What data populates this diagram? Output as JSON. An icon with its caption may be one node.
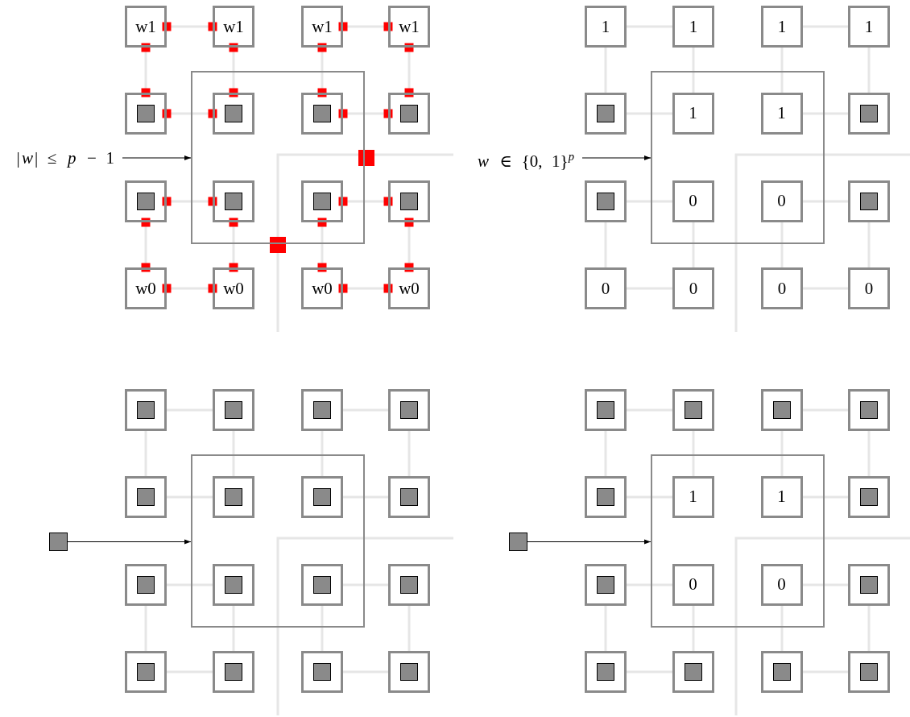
{
  "diagram": {
    "nodes": [
      {
        "text": [
          "|*w*| ≤ *p* − 1"
        ]
      },
      {
        "text": [],
        "shape": "box"
      },
      {
        "text": [
          "w1"
        ]
      },
      {
        "text": [
          "w1"
        ]
      },
      {
        "text": [
          "w1"
        ]
      },
      {
        "text": [
          "w1"
        ]
      },
      {
        "text": [],
        "shape": "box"
      },
      {
        "text": [],
        "shape": "box",
        "in": 6
      },
      {
        "text": [],
        "shape": "box",
        "in": 1
      },
      {
        "text": [],
        "shape": "box",
        "in": 8
      },
      {
        "text": [],
        "shape": "box",
        "in": 1
      },
      {
        "text": [],
        "shape": "box",
        "in": 10
      },
      {
        "text": [],
        "shape": "box"
      },
      {
        "text": [],
        "shape": "box",
        "in": 12
      },
      {
        "text": [],
        "shape": "box"
      },
      {
        "text": [],
        "shape": "box",
        "in": 14
      },
      {
        "text": [],
        "shape": "box",
        "in": 1
      },
      {
        "text": [],
        "shape": "box",
        "in": 16
      },
      {
        "text": [],
        "shape": "box",
        "in": 1
      },
      {
        "text": [],
        "shape": "box",
        "in": 18
      },
      {
        "text": [],
        "shape": "box"
      },
      {
        "text": [],
        "shape": "box",
        "in": 20
      },
      {
        "text": [
          "w0"
        ]
      },
      {
        "text": [
          "w0"
        ]
      },
      {
        "text": [
          "w0"
        ]
      },
      {
        "text": [
          "w0"
        ]
      },
      {
        "text": [
          "*w* ∈ {0, 1}$^{p}$"
        ]
      },
      {
        "text": [],
        "shape": "box"
      },
      {
        "text": [
          "1"
        ]
      },
      {
        "text": [
          "1"
        ]
      },
      {
        "text": [
          "1"
        ]
      },
      {
        "text": [
          "1"
        ]
      },
      {
        "text": [],
        "shape": "box"
      },
      {
        "text": [],
        "shape": "box",
        "in": 32
      },
      {
        "text": [
          "1"
        ],
        "in": 27
      },
      {
        "text": [
          "1"
        ],
        "in": 27
      },
      {
        "text": [],
        "shape": "box"
      },
      {
        "text": [],
        "shape": "box",
        "in": 36
      },
      {
        "text": [],
        "shape": "box"
      },
      {
        "text": [],
        "shape": "box",
        "in": 38
      },
      {
        "text": [
          "0"
        ],
        "in": 27
      },
      {
        "text": [
          "0"
        ],
        "in": 27
      },
      {
        "text": [],
        "shape": "box"
      },
      {
        "text": [],
        "shape": "box",
        "in": 42
      },
      {
        "text": [
          "0"
        ]
      },
      {
        "text": [
          "0"
        ]
      },
      {
        "text": [
          "0"
        ]
      },
      {
        "text": [
          "0"
        ]
      },
      {
        "text": [],
        "shape": "box"
      },
      {
        "text": [],
        "shape": "box"
      },
      {
        "text": [],
        "shape": "box"
      },
      {
        "text": [],
        "shape": "box",
        "in": 50
      },
      {
        "text": [],
        "shape": "box"
      },
      {
        "text": [],
        "shape": "box",
        "in": 52
      },
      {
        "text": [],
        "shape": "box"
      },
      {
        "text": [],
        "shape": "box",
        "in": 54
      },
      {
        "text": [],
        "shape": "box"
      },
      {
        "text": [],
        "shape": "box",
        "in": 56
      },
      {
        "text": [],
        "shape": "box"
      },
      {
        "text": [],
        "shape": "box",
        "in": 58
      },
      {
        "text": [],
        "shape": "box",
        "in": 49
      },
      {
        "text": [],
        "shape": "box",
        "in": 60
      },
      {
        "text": [],
        "shape": "box",
        "in": 49
      },
      {
        "text": [],
        "shape": "box",
        "in": 62
      },
      {
        "text": [],
        "shape": "box"
      },
      {
        "text": [],
        "shape": "box",
        "in": 64
      },
      {
        "text": [],
        "shape": "box"
      },
      {
        "text": [],
        "shape": "box",
        "in": 66
      },
      {
        "text": [],
        "shape": "box",
        "in": 49
      },
      {
        "text": [],
        "shape": "box",
        "in": 68
      },
      {
        "text": [],
        "shape": "box",
        "in": 49
      },
      {
        "text": [],
        "shape": "box",
        "in": 70
      },
      {
        "text": [],
        "shape": "box"
      },
      {
        "text": [],
        "shape": "box",
        "in": 72
      },
      {
        "text": [],
        "shape": "box"
      },
      {
        "text": [],
        "shape": "box",
        "in": 74
      },
      {
        "text": [],
        "shape": "box"
      },
      {
        "text": [],
        "shape": "box",
        "in": 76
      },
      {
        "text": [],
        "shape": "box"
      },
      {
        "text": [],
        "shape": "box",
        "in": 78
      },
      {
        "text": [],
        "shape": "box"
      },
      {
        "text": [],
        "shape": "box",
        "in": 80
      },
      {
        "text": [],
        "shape": "box"
      },
      {
        "text": [],
        "shape": "box"
      },
      {
        "text": [],
        "shape": "box"
      },
      {
        "text": [],
        "shape": "box",
        "in": 84
      },
      {
        "text": [],
        "shape": "box"
      },
      {
        "text": [],
        "shape": "box",
        "in": 86
      },
      {
        "text": [],
        "shape": "box"
      },
      {
        "text": [],
        "shape": "box",
        "in": 88
      },
      {
        "text": [],
        "shape": "box"
      },
      {
        "text": [],
        "shape": "box",
        "in": 90
      },
      {
        "text": [],
        "shape": "box"
      },
      {
        "text": [],
        "shape": "box",
        "in": 92
      },
      {
        "text": [
          "1"
        ],
        "in": 83
      },
      {
        "text": [
          "1"
        ],
        "in": 83
      },
      {
        "text": [],
        "shape": "box"
      },
      {
        "text": [],
        "shape": "box",
        "in": 96
      },
      {
        "text": [],
        "shape": "box"
      },
      {
        "text": [],
        "shape": "box",
        "in": 98
      },
      {
        "text": [
          "0"
        ],
        "in": 83
      },
      {
        "text": [
          "0"
        ],
        "in": 83
      },
      {
        "text": [],
        "shape": "box"
      },
      {
        "text": [],
        "shape": "box",
        "in": 102
      },
      {
        "text": [],
        "shape": "box"
      },
      {
        "text": [],
        "shape": "box",
        "in": 104
      },
      {
        "text": [],
        "shape": "box"
      },
      {
        "text": [],
        "shape": "box",
        "in": 106
      },
      {
        "text": [],
        "shape": "box"
      },
      {
        "text": [],
        "shape": "box",
        "in": 108
      },
      {
        "text": [],
        "shape": "box"
      },
      {
        "text": [],
        "shape": "box",
        "in": 110
      }
    ],
    "edges": [
      {
        "from": 0,
        "to": 1,
        "arrow": "to",
        "color": "#000000"
      },
      {
        "from": 2,
        "to": 3,
        "arrow": "other"
      },
      {
        "from": 4,
        "to": 5,
        "arrow": "other"
      },
      {
        "from": 6,
        "to": 8,
        "arrow": "other"
      },
      {
        "from": 10,
        "to": 12,
        "arrow": "other"
      },
      {
        "from": 14,
        "to": 16,
        "arrow": "other"
      },
      {
        "from": 18,
        "to": 20,
        "arrow": "other"
      },
      {
        "from": 22,
        "to": 23,
        "arrow": "other"
      },
      {
        "from": 24,
        "to": 25,
        "arrow": "other"
      },
      {
        "from": 2,
        "to": 6,
        "arrow": "other"
      },
      {
        "from": 3,
        "to": 8,
        "arrow": "other"
      },
      {
        "from": 4,
        "to": 10,
        "arrow": "other"
      },
      {
        "from": 5,
        "to": 12,
        "arrow": "other"
      },
      {
        "from": 14,
        "to": 22,
        "arrow": "other"
      },
      {
        "from": 16,
        "to": 23,
        "arrow": "other"
      },
      {
        "from": 18,
        "to": 24,
        "arrow": "other"
      },
      {
        "from": 20,
        "to": 25,
        "arrow": "other"
      },
      {
        "from": 26,
        "to": 27,
        "arrow": "to",
        "color": "#000000"
      },
      {
        "from": 28,
        "to": 29,
        "arrow": "none"
      },
      {
        "from": 30,
        "to": 31,
        "arrow": "none"
      },
      {
        "from": 32,
        "to": 34,
        "arrow": "none"
      },
      {
        "from": 35,
        "to": 36,
        "arrow": "none"
      },
      {
        "from": 38,
        "to": 40,
        "arrow": "none"
      },
      {
        "from": 41,
        "to": 42,
        "arrow": "none"
      },
      {
        "from": 44,
        "to": 45,
        "arrow": "none"
      },
      {
        "from": 46,
        "to": 47,
        "arrow": "none"
      },
      {
        "from": 28,
        "to": 32,
        "arrow": "none"
      },
      {
        "from": 29,
        "to": 34,
        "arrow": "none"
      },
      {
        "from": 30,
        "to": 35,
        "arrow": "none"
      },
      {
        "from": 31,
        "to": 36,
        "arrow": "none"
      },
      {
        "from": 38,
        "to": 44,
        "arrow": "none"
      },
      {
        "from": 40,
        "to": 45,
        "arrow": "none"
      },
      {
        "from": 41,
        "to": 46,
        "arrow": "none"
      },
      {
        "from": 42,
        "to": 47,
        "arrow": "none"
      },
      {
        "from": 48,
        "to": 49,
        "arrow": "to",
        "color": "#000000"
      },
      {
        "from": 50,
        "to": 52,
        "arrow": "none"
      },
      {
        "from": 54,
        "to": 56,
        "arrow": "none"
      },
      {
        "from": 58,
        "to": 60,
        "arrow": "none"
      },
      {
        "from": 62,
        "to": 64,
        "arrow": "none"
      },
      {
        "from": 66,
        "to": 68,
        "arrow": "none"
      },
      {
        "from": 70,
        "to": 72,
        "arrow": "none"
      },
      {
        "from": 74,
        "to": 76,
        "arrow": "none"
      },
      {
        "from": 78,
        "to": 80,
        "arrow": "none"
      },
      {
        "from": 50,
        "to": 58,
        "arrow": "none"
      },
      {
        "from": 52,
        "to": 60,
        "arrow": "none"
      },
      {
        "from": 54,
        "to": 62,
        "arrow": "none"
      },
      {
        "from": 56,
        "to": 64,
        "arrow": "none"
      },
      {
        "from": 66,
        "to": 74,
        "arrow": "none"
      },
      {
        "from": 68,
        "to": 76,
        "arrow": "none"
      },
      {
        "from": 70,
        "to": 78,
        "arrow": "none"
      },
      {
        "from": 72,
        "to": 80,
        "arrow": "none"
      },
      {
        "from": 82,
        "to": 83,
        "arrow": "to",
        "color": "#000000"
      },
      {
        "from": 84,
        "to": 86,
        "arrow": "none"
      },
      {
        "from": 88,
        "to": 90,
        "arrow": "none"
      },
      {
        "from": 92,
        "to": 94,
        "arrow": "none"
      },
      {
        "from": 95,
        "to": 96,
        "arrow": "none"
      },
      {
        "from": 98,
        "to": 100,
        "arrow": "none"
      },
      {
        "from": 101,
        "to": 102,
        "arrow": "none"
      },
      {
        "from": 104,
        "to": 106,
        "arrow": "none"
      },
      {
        "from": 108,
        "to": 110,
        "arrow": "none"
      },
      {
        "from": 84,
        "to": 92,
        "arrow": "none"
      },
      {
        "from": 86,
        "to": 94,
        "arrow": "none"
      },
      {
        "from": 88,
        "to": 95,
        "arrow": "none"
      },
      {
        "from": 90,
        "to": 96,
        "arrow": "none"
      },
      {
        "from": 98,
        "to": 104,
        "arrow": "none"
      },
      {
        "from": 100,
        "to": 106,
        "arrow": "none"
      },
      {
        "from": 101,
        "to": 108,
        "arrow": "none"
      },
      {
        "from": 102,
        "to": 110,
        "arrow": "none"
      }
    ]
  }
}
